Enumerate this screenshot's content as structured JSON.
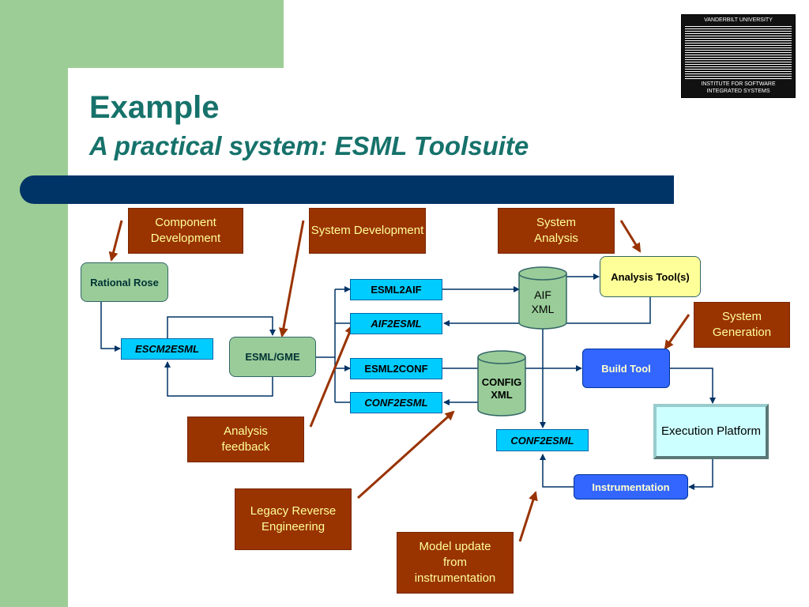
{
  "slide": {
    "title": "Example",
    "subtitle": "A practical system: ESML Toolsuite"
  },
  "logo": {
    "top_text": "VANDERBILT UNIVERSITY",
    "bottom_line1": "INSTITUTE FOR SOFTWARE",
    "bottom_line2": "INTEGRATED SYSTEMS"
  },
  "labels": {
    "component_development": "Component Development",
    "system_development": "System Development",
    "system_analysis": "System Analysis",
    "system_generation": "System Generation",
    "analysis_feedback": "Analysis feedback",
    "legacy_reverse_engineering": "Legacy Reverse Engineering",
    "model_update": "Model update from instrumentation"
  },
  "nodes": {
    "rational_rose": "Rational Rose",
    "escm2esml": "ESCM2ESML",
    "esml_gme": "ESML/GME",
    "esml2aif": "ESML2AIF",
    "aif2esml": "AIF2ESML",
    "esml2conf": "ESML2CONF",
    "conf2esml_left": "CONF2ESML",
    "conf2esml_right": "CONF2ESML",
    "aif_xml_line1": "AIF",
    "aif_xml_line2": "XML",
    "config_xml_line1": "CONFIG",
    "config_xml_line2": "XML",
    "analysis_tools": "Analysis Tool(s)",
    "build_tool": "Build Tool",
    "execution_platform": "Execution Platform",
    "instrumentation": "Instrumentation"
  },
  "colors": {
    "title": "#16726b",
    "slide_green": "#9dcd96",
    "band": "#003366",
    "label_bg": "#993300",
    "label_text": "#ffff99",
    "tool_cyan": "#00ccff",
    "node_green": "#99cc99",
    "build_blue": "#3366ff",
    "arrow_red": "#993300",
    "connector": "#003366"
  }
}
